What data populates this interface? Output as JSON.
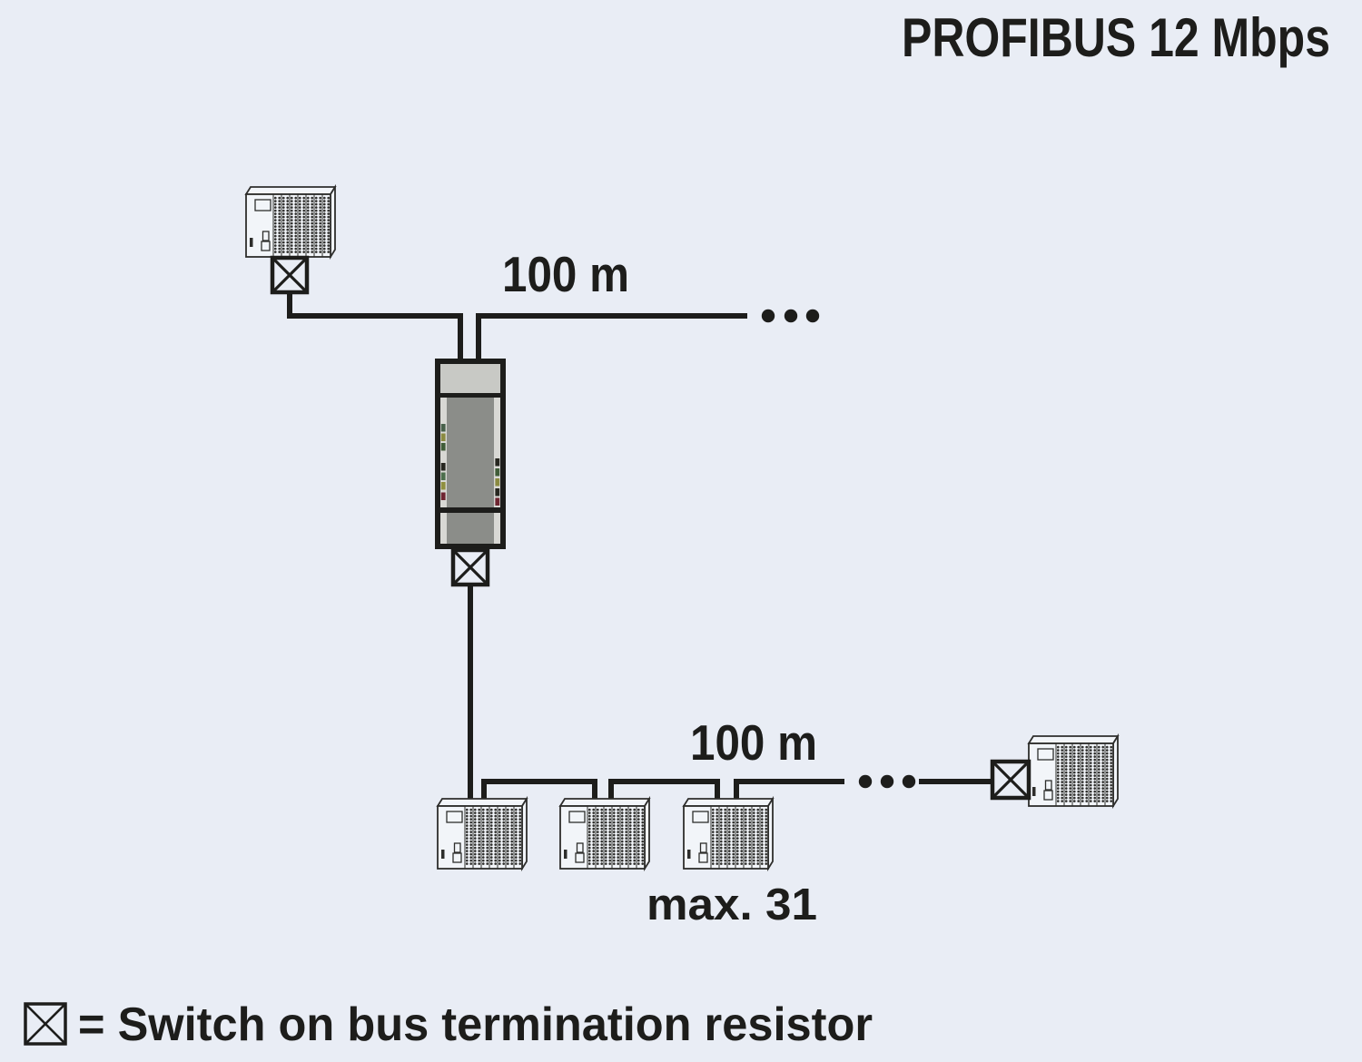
{
  "title": "PROFIBUS 12 Mbps",
  "labels": {
    "segment_top": "100 m",
    "segment_bottom": "100 m",
    "max_devices": "max. 31"
  },
  "legend": {
    "symbol": "bus-termination-resistor-icon",
    "text": "= Switch on bus termination resistor"
  },
  "colors": {
    "background": "#e9edf5",
    "line": "#1d1d1b",
    "device_fill": "#f2f5f9",
    "device_stroke": "#2e2e2c",
    "repeater_top": "#c8c9c5",
    "repeater_body": "#8b8d89",
    "repeater_strip": "#d8d8d4"
  },
  "repeater": {
    "leds_left": [
      "#47604a",
      "#8a8a40",
      "#3f5c38",
      "#26261f",
      "#4c6e4c",
      "#8f8f3f",
      "#6e2430"
    ],
    "leds_right": [
      "#26261f",
      "#3f5c38",
      "#8a8a40",
      "#26261f",
      "#6e2430"
    ]
  }
}
